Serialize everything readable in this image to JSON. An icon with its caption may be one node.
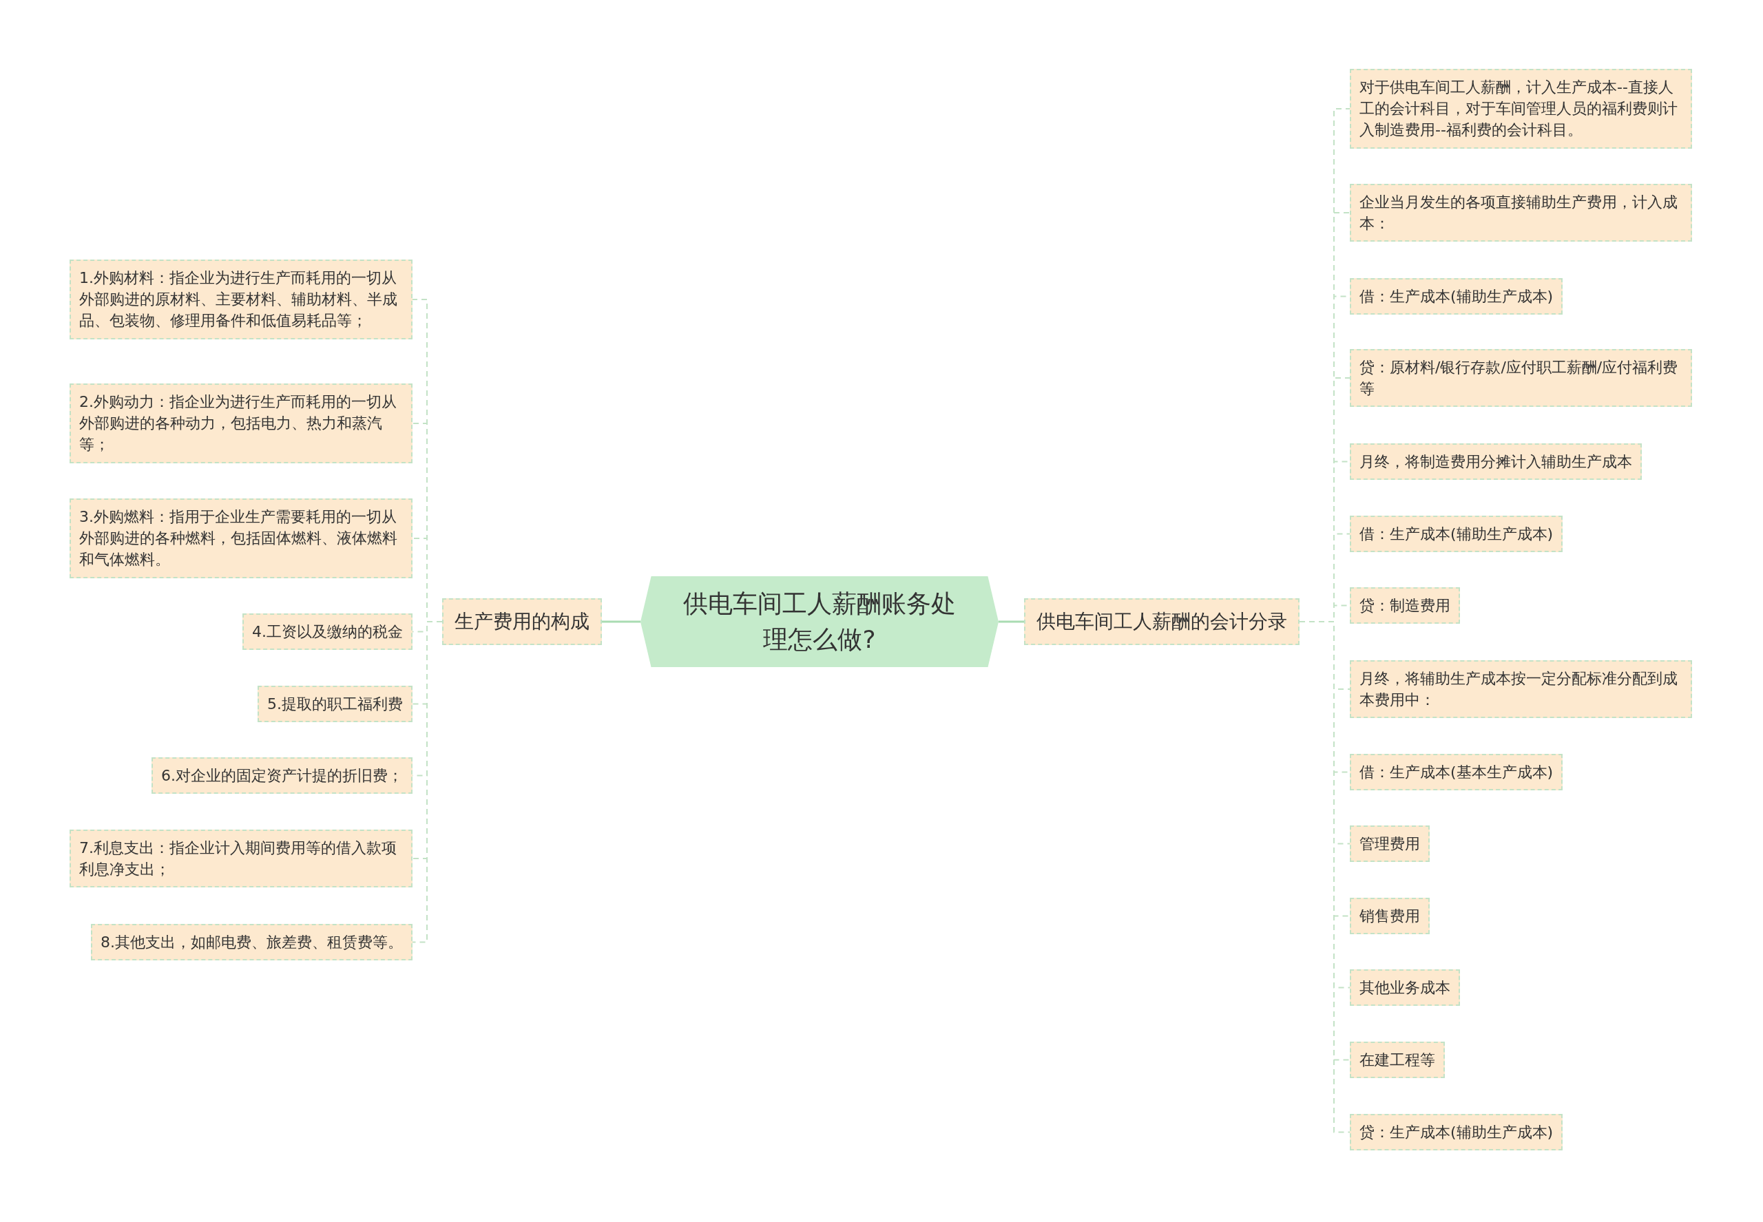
{
  "diagram": {
    "nodes": [
      {
        "text": [
          "供电车间工人薪酬账务处理怎么做?"
        ]
      },
      {
        "text": [
          "生产费用的构成"
        ]
      },
      {
        "text": [
          "1.外购材料：指企业为进行生产而耗用的一切从外部购进的原材料、主要材料、辅助材料、半成品、包装物、修理用备件和低值易耗品等；"
        ]
      },
      {
        "text": [
          "2.外购动力：指企业为进行生产而耗用的一切从外部购进的各种动力，包括电力、热力和蒸汽等；"
        ]
      },
      {
        "text": [
          "3.外购燃料：指用于企业生产需要耗用的一切从外部购进的各种燃料，包括固体燃料、液体燃料和气体燃料。"
        ]
      },
      {
        "text": [
          "4.工资以及缴纳的税金"
        ]
      },
      {
        "text": [
          "5.提取的职工福利费"
        ]
      },
      {
        "text": [
          "6.对企业的固定资产计提的折旧费；"
        ]
      },
      {
        "text": [
          "7.利息支出：指企业计入期间费用等的借入款项利息净支出；"
        ]
      },
      {
        "text": [
          "8.其他支出，如邮电费、旅差费、租赁费等。"
        ]
      },
      {
        "text": [
          "供电车间工人薪酬的会计分录"
        ]
      },
      {
        "text": [
          "对于供电车间工人薪酬，计入生产成本--直接人工的会计科目，对于车间管理人员的福利费则计入制造费用--福利费的会计科目。"
        ]
      },
      {
        "text": [
          "企业当月发生的各项直接辅助生产费用，计入成本："
        ]
      },
      {
        "text": [
          "借：生产成本(辅助生产成本)"
        ]
      },
      {
        "text": [
          "贷：原材料/银行存款/应付职工薪酬/应付福利费等"
        ]
      },
      {
        "text": [
          "月终，将制造费用分摊计入辅助生产成本"
        ]
      },
      {
        "text": [
          "借：生产成本(辅助生产成本)"
        ]
      },
      {
        "text": [
          "贷：制造费用"
        ]
      },
      {
        "text": [
          "月终，将辅助生产成本按一定分配标准分配到成本费用中："
        ]
      },
      {
        "text": [
          "借：生产成本(基本生产成本)"
        ]
      },
      {
        "text": [
          "管理费用"
        ]
      },
      {
        "text": [
          "销售费用"
        ]
      },
      {
        "text": [
          "其他业务成本"
        ]
      },
      {
        "text": [
          "在建工程等"
        ]
      },
      {
        "text": [
          "贷：生产成本(辅助生产成本)"
        ]
      }
    ],
    "edges": [
      {
        "from": 0,
        "to": 1,
        "arrow": "none"
      },
      {
        "from": 0,
        "to": 10,
        "arrow": "none"
      },
      {
        "from": 1,
        "to": 2,
        "arrow": "none",
        "style": "dashed"
      },
      {
        "from": 1,
        "to": 3,
        "arrow": "none",
        "style": "dashed"
      },
      {
        "from": 1,
        "to": 4,
        "arrow": "none",
        "style": "dashed"
      },
      {
        "from": 1,
        "to": 5,
        "arrow": "none",
        "style": "dashed"
      },
      {
        "from": 1,
        "to": 6,
        "arrow": "none",
        "style": "dashed"
      },
      {
        "from": 1,
        "to": 7,
        "arrow": "none",
        "style": "dashed"
      },
      {
        "from": 1,
        "to": 8,
        "arrow": "none",
        "style": "dashed"
      },
      {
        "from": 1,
        "to": 9,
        "arrow": "none",
        "style": "dashed"
      },
      {
        "from": 10,
        "to": 11,
        "arrow": "none",
        "style": "dashed"
      },
      {
        "from": 10,
        "to": 12,
        "arrow": "none",
        "style": "dashed"
      },
      {
        "from": 10,
        "to": 13,
        "arrow": "none",
        "style": "dashed"
      },
      {
        "from": 10,
        "to": 14,
        "arrow": "none",
        "style": "dashed"
      },
      {
        "from": 10,
        "to": 15,
        "arrow": "none",
        "style": "dashed"
      },
      {
        "from": 10,
        "to": 16,
        "arrow": "none",
        "style": "dashed"
      },
      {
        "from": 10,
        "to": 17,
        "arrow": "none",
        "style": "dashed"
      },
      {
        "from": 10,
        "to": 18,
        "arrow": "none",
        "style": "dashed"
      },
      {
        "from": 10,
        "to": 19,
        "arrow": "none",
        "style": "dashed"
      },
      {
        "from": 10,
        "to": 20,
        "arrow": "none",
        "style": "dashed"
      },
      {
        "from": 10,
        "to": 21,
        "arrow": "none",
        "style": "dashed"
      },
      {
        "from": 10,
        "to": 22,
        "arrow": "none",
        "style": "dashed"
      },
      {
        "from": 10,
        "to": 23,
        "arrow": "none",
        "style": "dashed"
      },
      {
        "from": 10,
        "to": 24,
        "arrow": "none",
        "style": "dashed"
      }
    ]
  }
}
